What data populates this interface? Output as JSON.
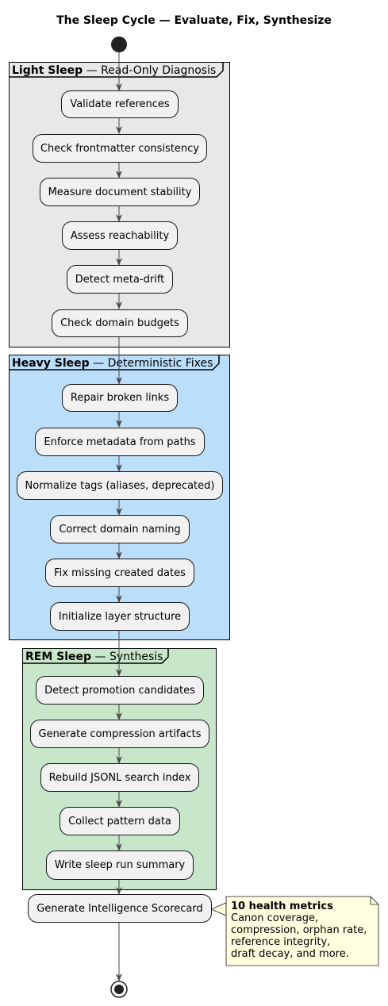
{
  "diagram": {
    "title": "The Sleep Cycle — Evaluate, Fix, Synthesize",
    "partitions": [
      {
        "name": "Light Sleep",
        "subtitle": " — Read-Only Diagnosis",
        "color": "#e8e8e8",
        "steps": [
          "Validate references",
          "Check frontmatter consistency",
          "Measure document stability",
          "Assess reachability",
          "Detect meta-drift",
          "Check domain budgets"
        ]
      },
      {
        "name": "Heavy Sleep",
        "subtitle": " — Deterministic Fixes",
        "color": "#bbdefb",
        "steps": [
          "Repair broken links",
          "Enforce metadata from paths",
          "Normalize tags (aliases, deprecated)",
          "Correct domain naming",
          "Fix missing created dates",
          "Initialize layer structure"
        ]
      },
      {
        "name": "REM Sleep",
        "subtitle": " — Synthesis",
        "color": "#c8e6c9",
        "steps": [
          "Detect promotion candidates",
          "Generate compression artifacts",
          "Rebuild JSONL search index",
          "Collect pattern data",
          "Write sleep run summary"
        ]
      }
    ],
    "final_step": "Generate Intelligence Scorecard",
    "note": {
      "title": "10 health metrics",
      "lines": [
        "Canon coverage,",
        "compression, orphan rate,",
        "reference integrity,",
        "draft decay, and more."
      ],
      "color": "#ffffe0"
    }
  }
}
